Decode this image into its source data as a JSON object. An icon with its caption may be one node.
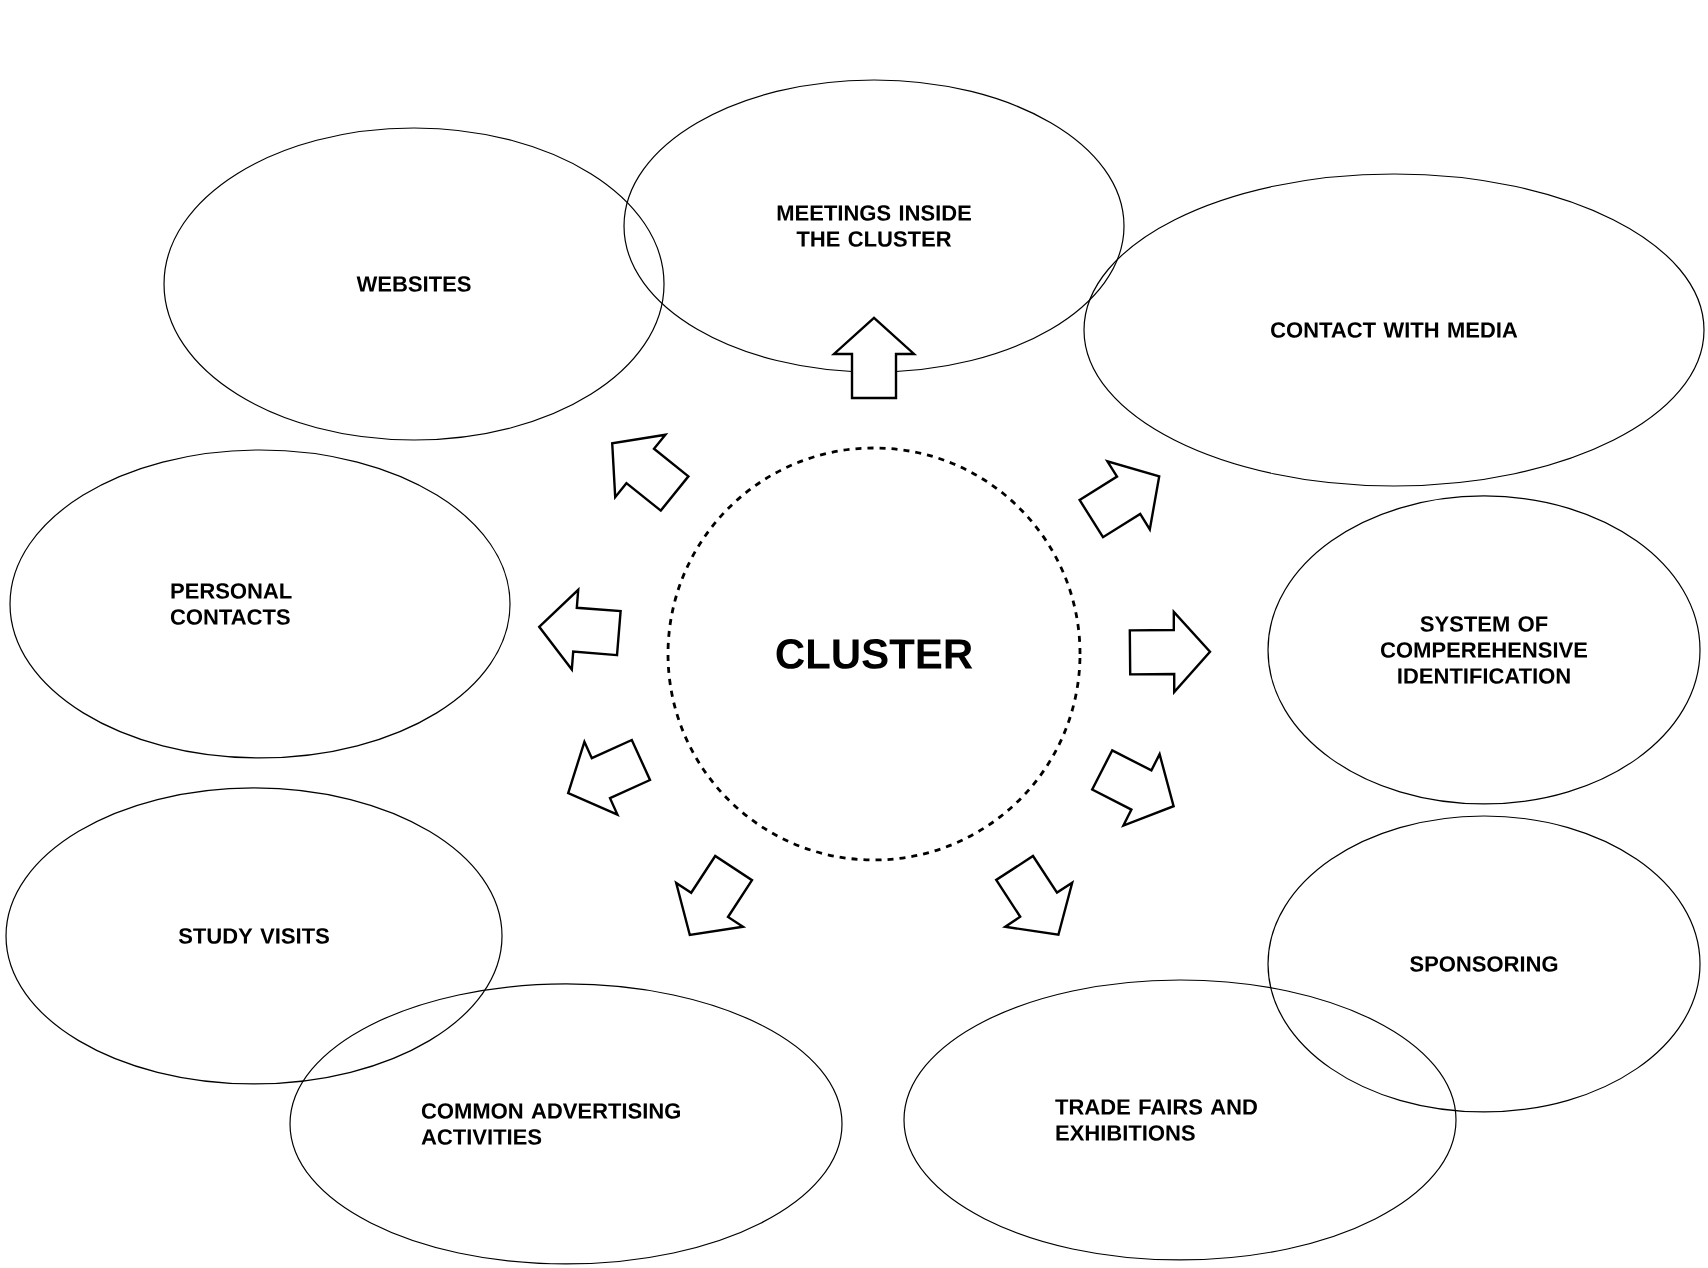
{
  "diagram": {
    "nodes": [
      {
        "text": [
          "CLUSTER"
        ]
      },
      {
        "text": [
          "MEETINGS INSIDE THE CLUSTER"
        ]
      },
      {
        "text": [
          "WEBSITES"
        ]
      },
      {
        "text": [
          "CONTACT WITH MEDIA"
        ]
      },
      {
        "text": [
          "PERSONAL CONTACTS"
        ]
      },
      {
        "text": [
          "SYSTEM OF COMPEREHENSIVE IDENTIFICATION"
        ]
      },
      {
        "text": [
          "STUDY VISITS"
        ]
      },
      {
        "text": [
          "SPONSORING"
        ]
      },
      {
        "text": [
          "COMMON ADVERTISING ACTIVITIES"
        ]
      },
      {
        "text": [
          "TRADE FAIRS AND EXHIBITIONS"
        ]
      }
    ],
    "edges": [
      {
        "from": 0,
        "to": 1,
        "arrow": "to"
      },
      {
        "from": 0,
        "to": 2,
        "arrow": "to"
      },
      {
        "from": 0,
        "to": 3,
        "arrow": "to"
      },
      {
        "from": 0,
        "to": 4,
        "arrow": "to"
      },
      {
        "from": 0,
        "to": 5,
        "arrow": "to"
      },
      {
        "from": 0,
        "to": 6,
        "arrow": "to"
      },
      {
        "from": 0,
        "to": 7,
        "arrow": "to"
      },
      {
        "from": 0,
        "to": 8,
        "arrow": "to"
      },
      {
        "from": 0,
        "to": 9,
        "arrow": "to"
      }
    ]
  }
}
